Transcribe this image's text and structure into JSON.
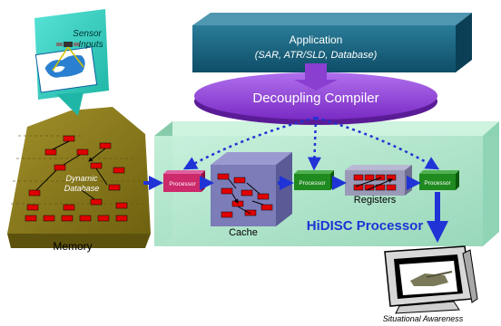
{
  "application": {
    "title": "Application",
    "subtitle": "(SAR, ATR/SLD, Database)"
  },
  "compiler": {
    "label": "Decoupling Compiler"
  },
  "sensor": {
    "line1": "Sensor",
    "line2": "Inputs"
  },
  "memory": {
    "label": "Memory",
    "db_line1": "Dynamic",
    "db_line2": "Database"
  },
  "processor": {
    "title": "HiDISC Processor",
    "unit_label": "Processor",
    "cache_label": "Cache",
    "registers_label": "Registers"
  },
  "output": {
    "label": "Situational Awareness"
  },
  "colors": {
    "application": "#1e6b86",
    "compiler": "#8a3fd1",
    "sensor_panel": "#37d1c3",
    "memory": "#8a7a1a",
    "hidisc_box": "#a8e0c4",
    "cache": "#7c7cb8",
    "registers": "#9a9ab8",
    "processor_red": "#cc2a6a",
    "processor_green": "#1f8a1f",
    "arrow_blue": "#1f33d6",
    "block_red": "#e00000"
  }
}
